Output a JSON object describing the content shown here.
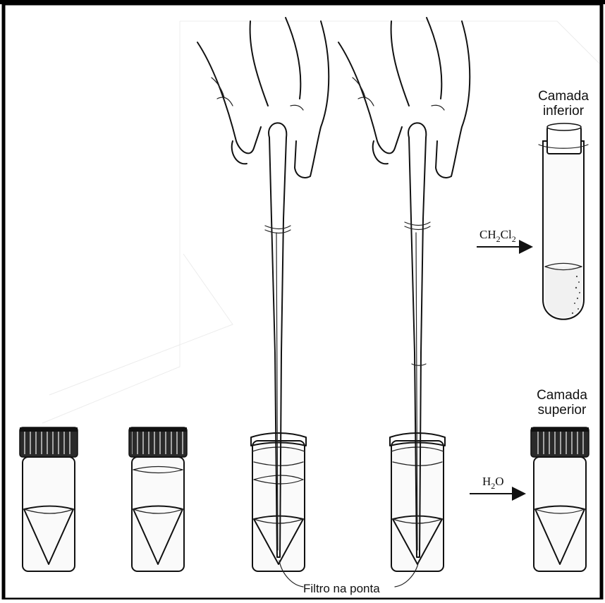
{
  "figure": {
    "label_lower_layer": [
      "Camada",
      "inferior"
    ],
    "label_upper_layer": [
      "Camada",
      "superior"
    ],
    "label_ch2cl2": "CH2Cl2",
    "label_h2o": "H2O",
    "label_filter_tip": "Filtro na ponta"
  },
  "icons": {
    "hand": "hand-holding-pipette-icon",
    "pipette": "pasteur-pipette-icon",
    "vial": "conical-vial-icon",
    "test_tube": "test-tube-icon",
    "arrow": "arrow-right-icon"
  },
  "colors": {
    "ink": "#111111",
    "border": "#000000",
    "background": "#ffffff"
  }
}
